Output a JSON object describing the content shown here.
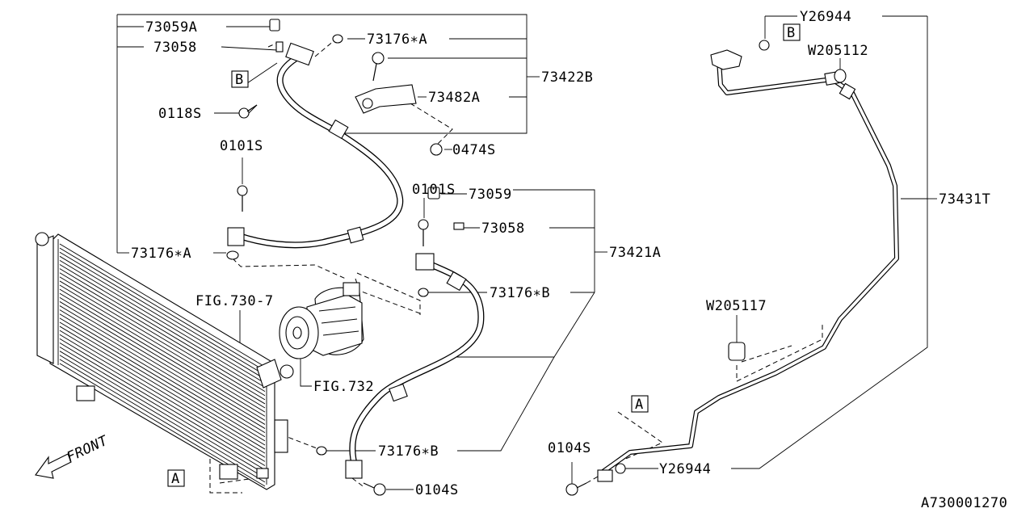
{
  "diagram_id": "A730001270",
  "figure_refs": {
    "fig_730_7": "FIG.730-7",
    "fig_732": "FIG.732"
  },
  "front_label": "FRONT",
  "labels": {
    "p73059A": "73059A",
    "p73058_top": "73058",
    "p73176A_top": "73176∗A",
    "p73422B": "73422B",
    "p73482A": "73482A",
    "p0118S": "0118S",
    "p0474S": "0474S",
    "p0101S_left": "0101S",
    "p73176A_left": "73176∗A",
    "p0101S_mid": "0101S",
    "p73059": "73059",
    "p73058_mid": "73058",
    "p73421A": "73421A",
    "p73176B_top": "73176∗B",
    "p73176B_bottom": "73176∗B",
    "p0104S_bottom": "0104S",
    "pY26944_top": "Y26944",
    "pW205112": "W205112",
    "p73431T": "73431T",
    "pW205117": "W205117",
    "p0104S_right": "0104S",
    "pY26944_bottom": "Y26944"
  },
  "ref_marks": {
    "a_left": "A",
    "a_right": "A",
    "b_left": "B",
    "b_right": "B"
  }
}
